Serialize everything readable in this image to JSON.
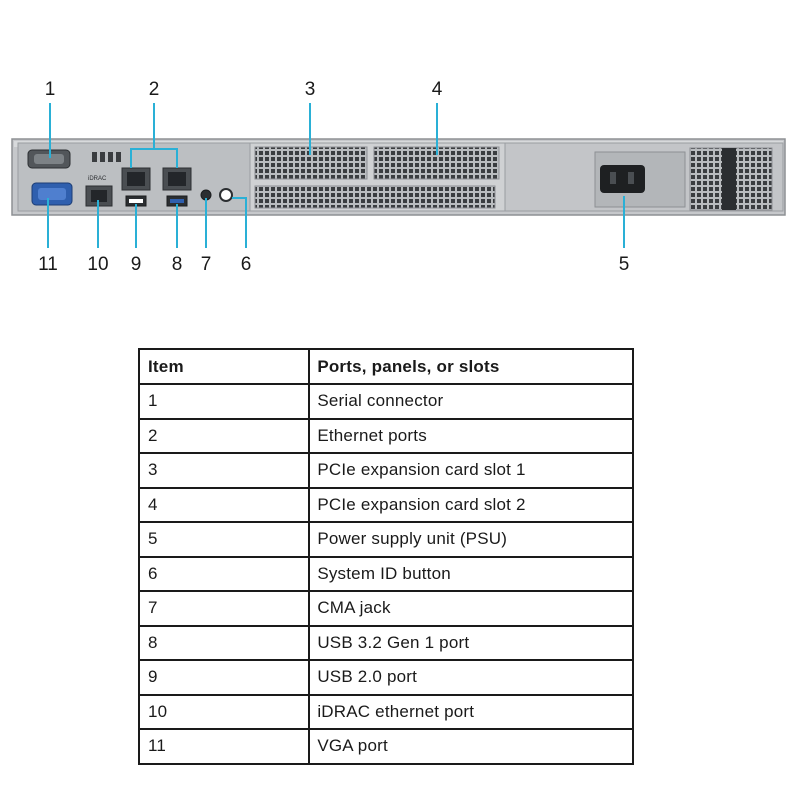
{
  "callouts": [
    "1",
    "2",
    "3",
    "4",
    "5",
    "6",
    "7",
    "8",
    "9",
    "10",
    "11"
  ],
  "panel_label": "iDRAC",
  "colors": {
    "callout_line": "#2ab0d6",
    "chassis": "#c6c8cb",
    "vga_port": "#2f5fae",
    "text": "#1a1a1a"
  },
  "table": {
    "headers": [
      "Item",
      "Ports, panels, or slots"
    ],
    "rows": [
      [
        "1",
        "Serial connector"
      ],
      [
        "2",
        "Ethernet ports"
      ],
      [
        "3",
        "PCIe expansion card slot 1"
      ],
      [
        "4",
        "PCIe expansion card slot 2"
      ],
      [
        "5",
        "Power supply unit (PSU)"
      ],
      [
        "6",
        "System ID button"
      ],
      [
        "7",
        "CMA jack"
      ],
      [
        "8",
        "USB 3.2 Gen 1 port"
      ],
      [
        "9",
        "USB 2.0 port"
      ],
      [
        "10",
        "iDRAC ethernet port"
      ],
      [
        "11",
        "VGA port"
      ]
    ]
  }
}
